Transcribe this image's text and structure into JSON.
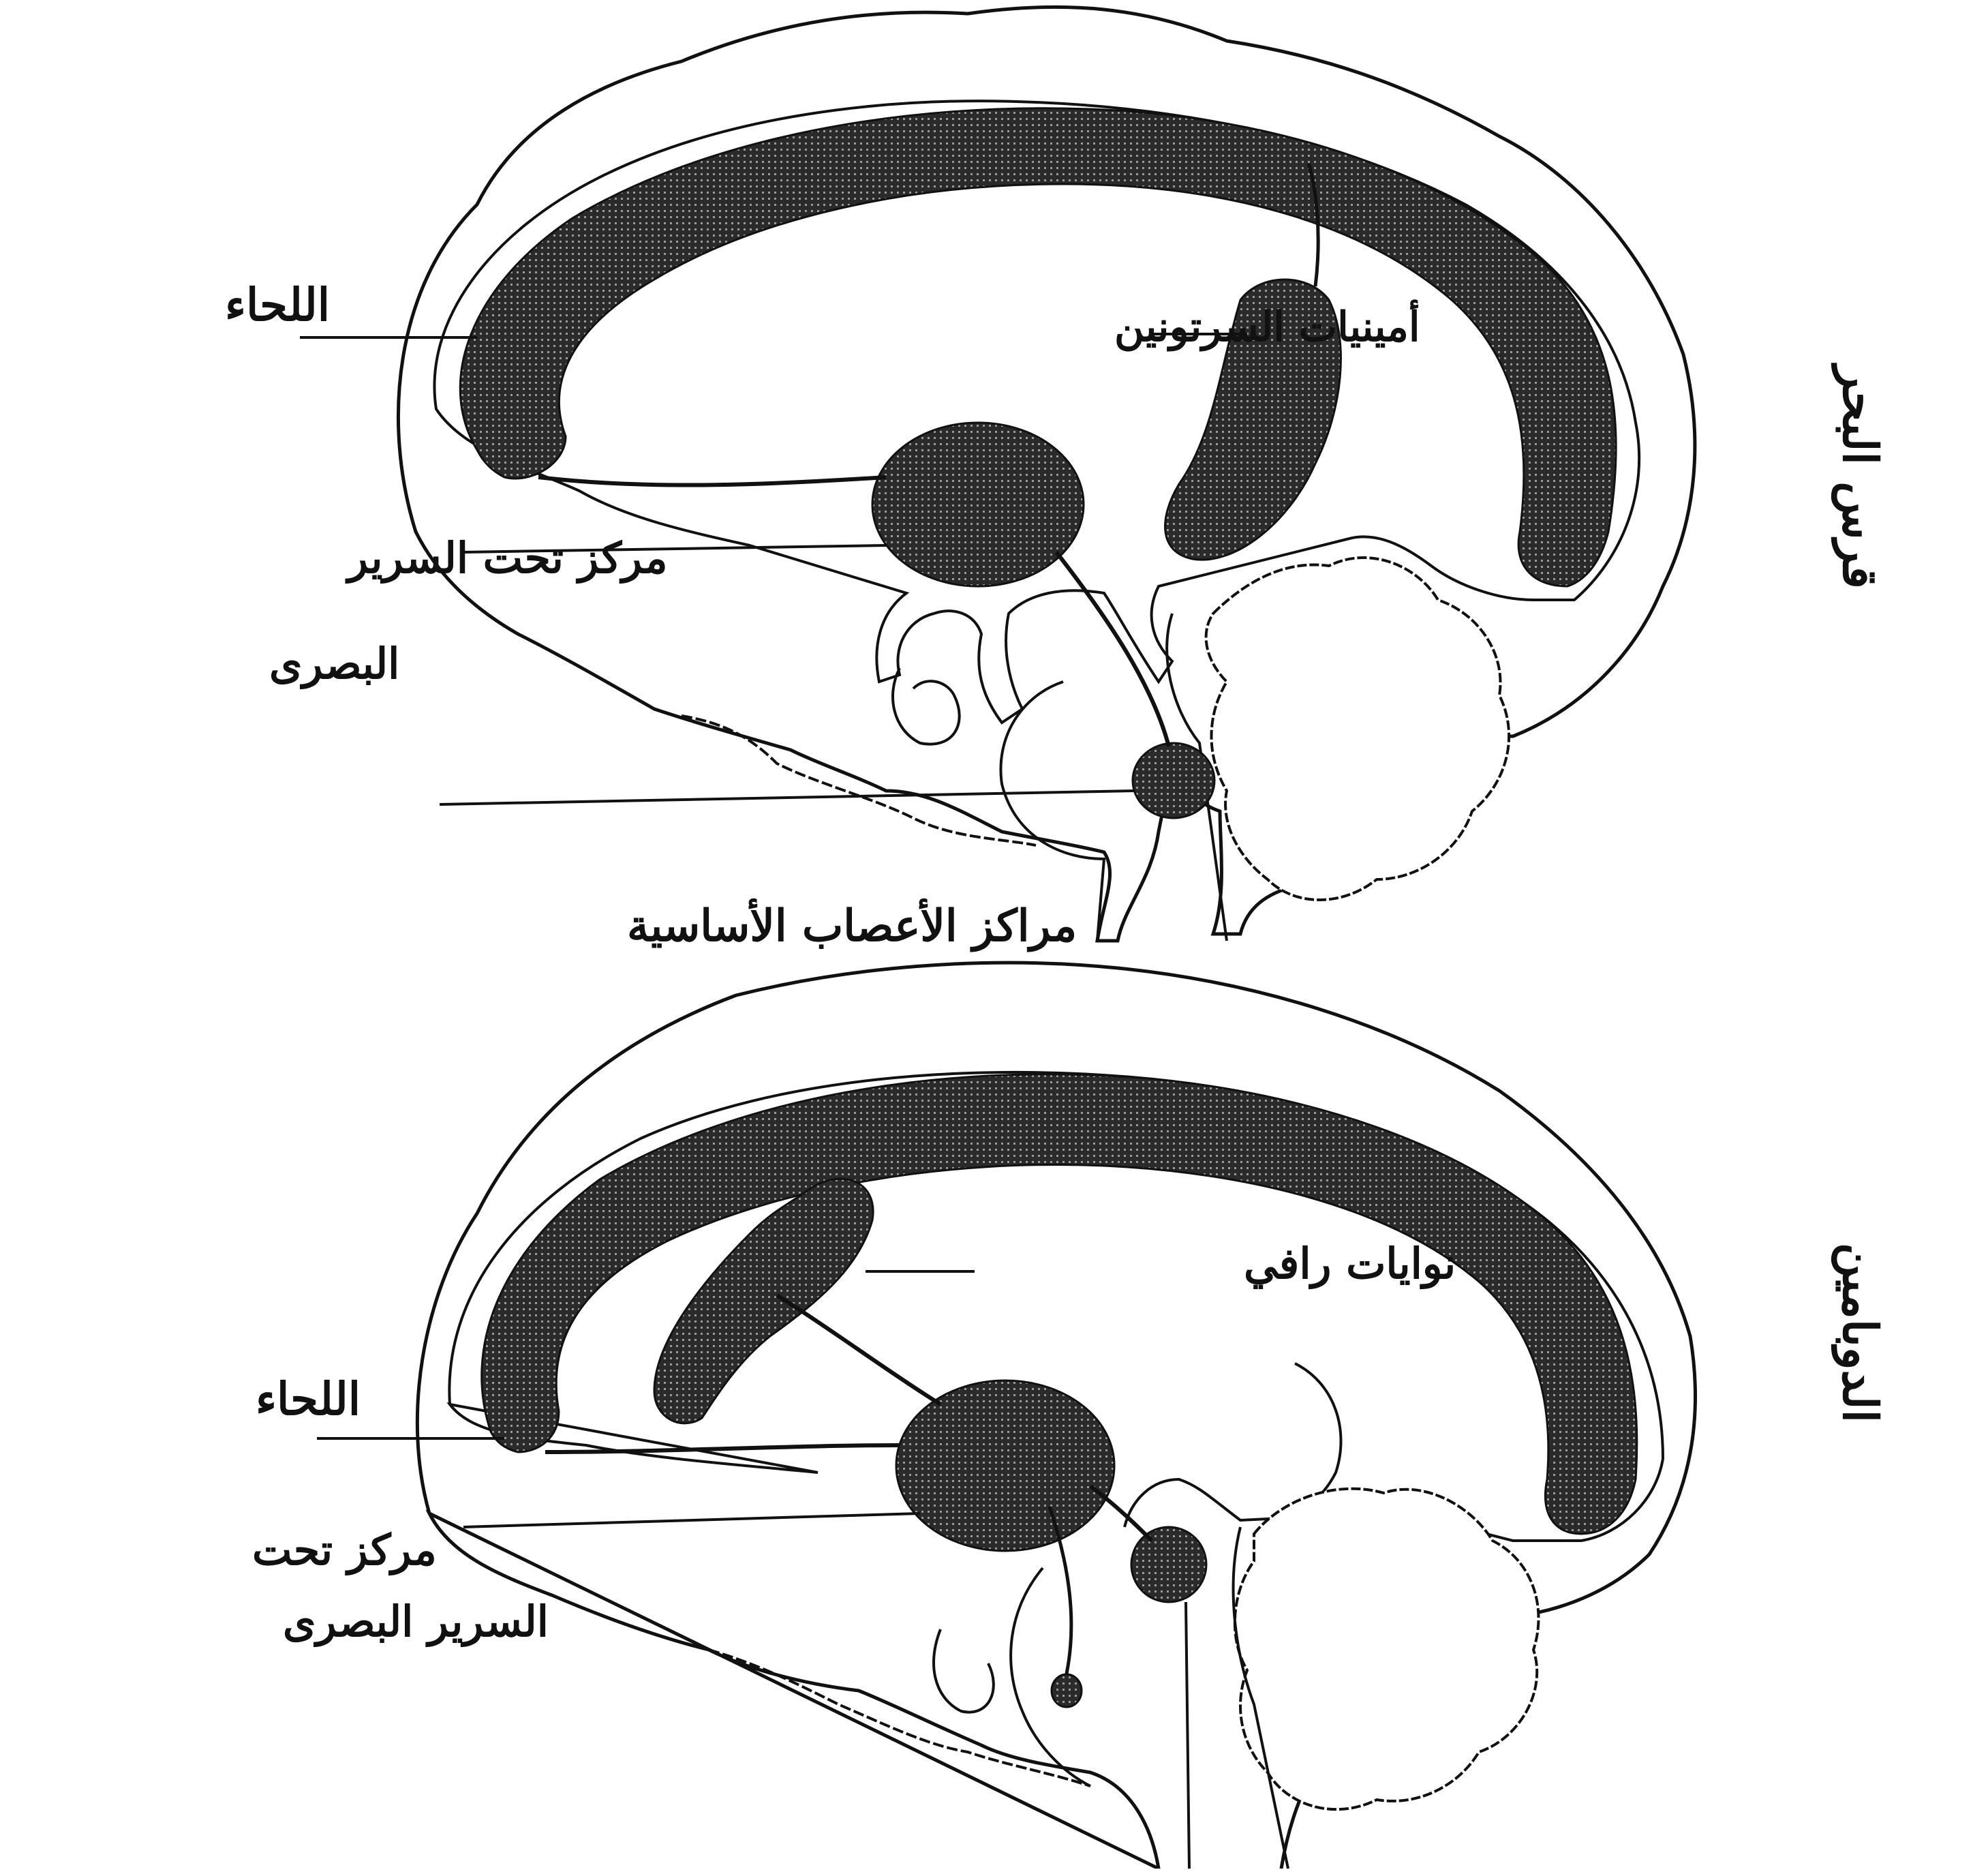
{
  "colors": {
    "ink": "#111111",
    "background": "#ffffff",
    "hatch": "#2a2a2a"
  },
  "top_diagram": {
    "side_title": "قرس البحر",
    "labels": {
      "cortex": "اللحاء",
      "serotonin_amines": "أمينيات السرتونين",
      "hypothalamus_line1": "مركز تحت السرير",
      "hypothalamus_line2": "البصرى",
      "basal_ganglia": "مراكز الأعصاب الأساسية"
    }
  },
  "bottom_diagram": {
    "side_title": "الدوبامين",
    "labels": {
      "raphe_nuclei": "نوايات رافي",
      "cortex": "اللحاء",
      "hypothalamus_line1": "مركز تحت",
      "hypothalamus_line2": "السرير البصرى"
    }
  }
}
